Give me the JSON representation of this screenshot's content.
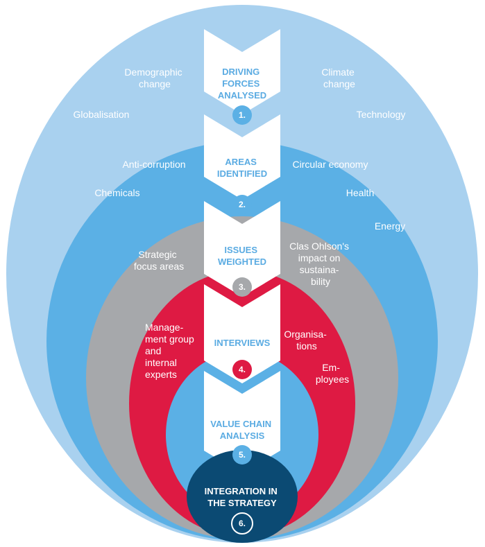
{
  "colors": {
    "outer": "#a9d1ef",
    "ring2": "#5bb0e5",
    "ring3": "#a6a8ab",
    "ring4": "#de1a43",
    "ring5": "#5bb0e5",
    "core": "#0b4a73",
    "stripe": "#ffffff"
  },
  "steps": [
    {
      "title": [
        "DRIVING",
        "FORCES",
        "ANALYSED"
      ],
      "number": "1.",
      "color": "#5aabe2"
    },
    {
      "title": [
        "AREAS",
        "IDENTIFIED"
      ],
      "number": "2.",
      "color": "#5aabe2"
    },
    {
      "title": [
        "ISSUES",
        "WEIGHTED"
      ],
      "number": "3.",
      "color": "#5aabe2"
    },
    {
      "title": [
        "INTERVIEWS"
      ],
      "number": "4.",
      "color": "#5aabe2"
    },
    {
      "title": [
        "VALUE CHAIN",
        "ANALYSIS"
      ],
      "number": "5.",
      "color": "#5aabe2"
    },
    {
      "title": [
        "INTEGRATION IN",
        "THE STRATEGY"
      ],
      "number": "6.",
      "color": "#ffffff"
    }
  ],
  "ring_labels": {
    "demographic_change": [
      "Demographic",
      "change"
    ],
    "climate_change": [
      "Climate",
      "change"
    ],
    "globalisation": [
      "Globalisation"
    ],
    "technology": [
      "Technology"
    ],
    "anti_corruption": [
      "Anti-corruption"
    ],
    "circular_economy": [
      "Circular economy"
    ],
    "chemicals": [
      "Chemicals"
    ],
    "health": [
      "Health"
    ],
    "energy": [
      "Energy"
    ],
    "strategic_focus_areas": [
      "Strategic",
      "focus areas"
    ],
    "clas_ohlson_impact": [
      "Clas Ohlson's",
      "impact on",
      "sustaina-",
      "bility"
    ],
    "management_group": [
      "Manage-",
      "ment group",
      "and",
      "internal",
      "experts"
    ],
    "organisations": [
      "Organisa-",
      "tions"
    ],
    "employees": [
      "Em-",
      "ployees"
    ]
  }
}
